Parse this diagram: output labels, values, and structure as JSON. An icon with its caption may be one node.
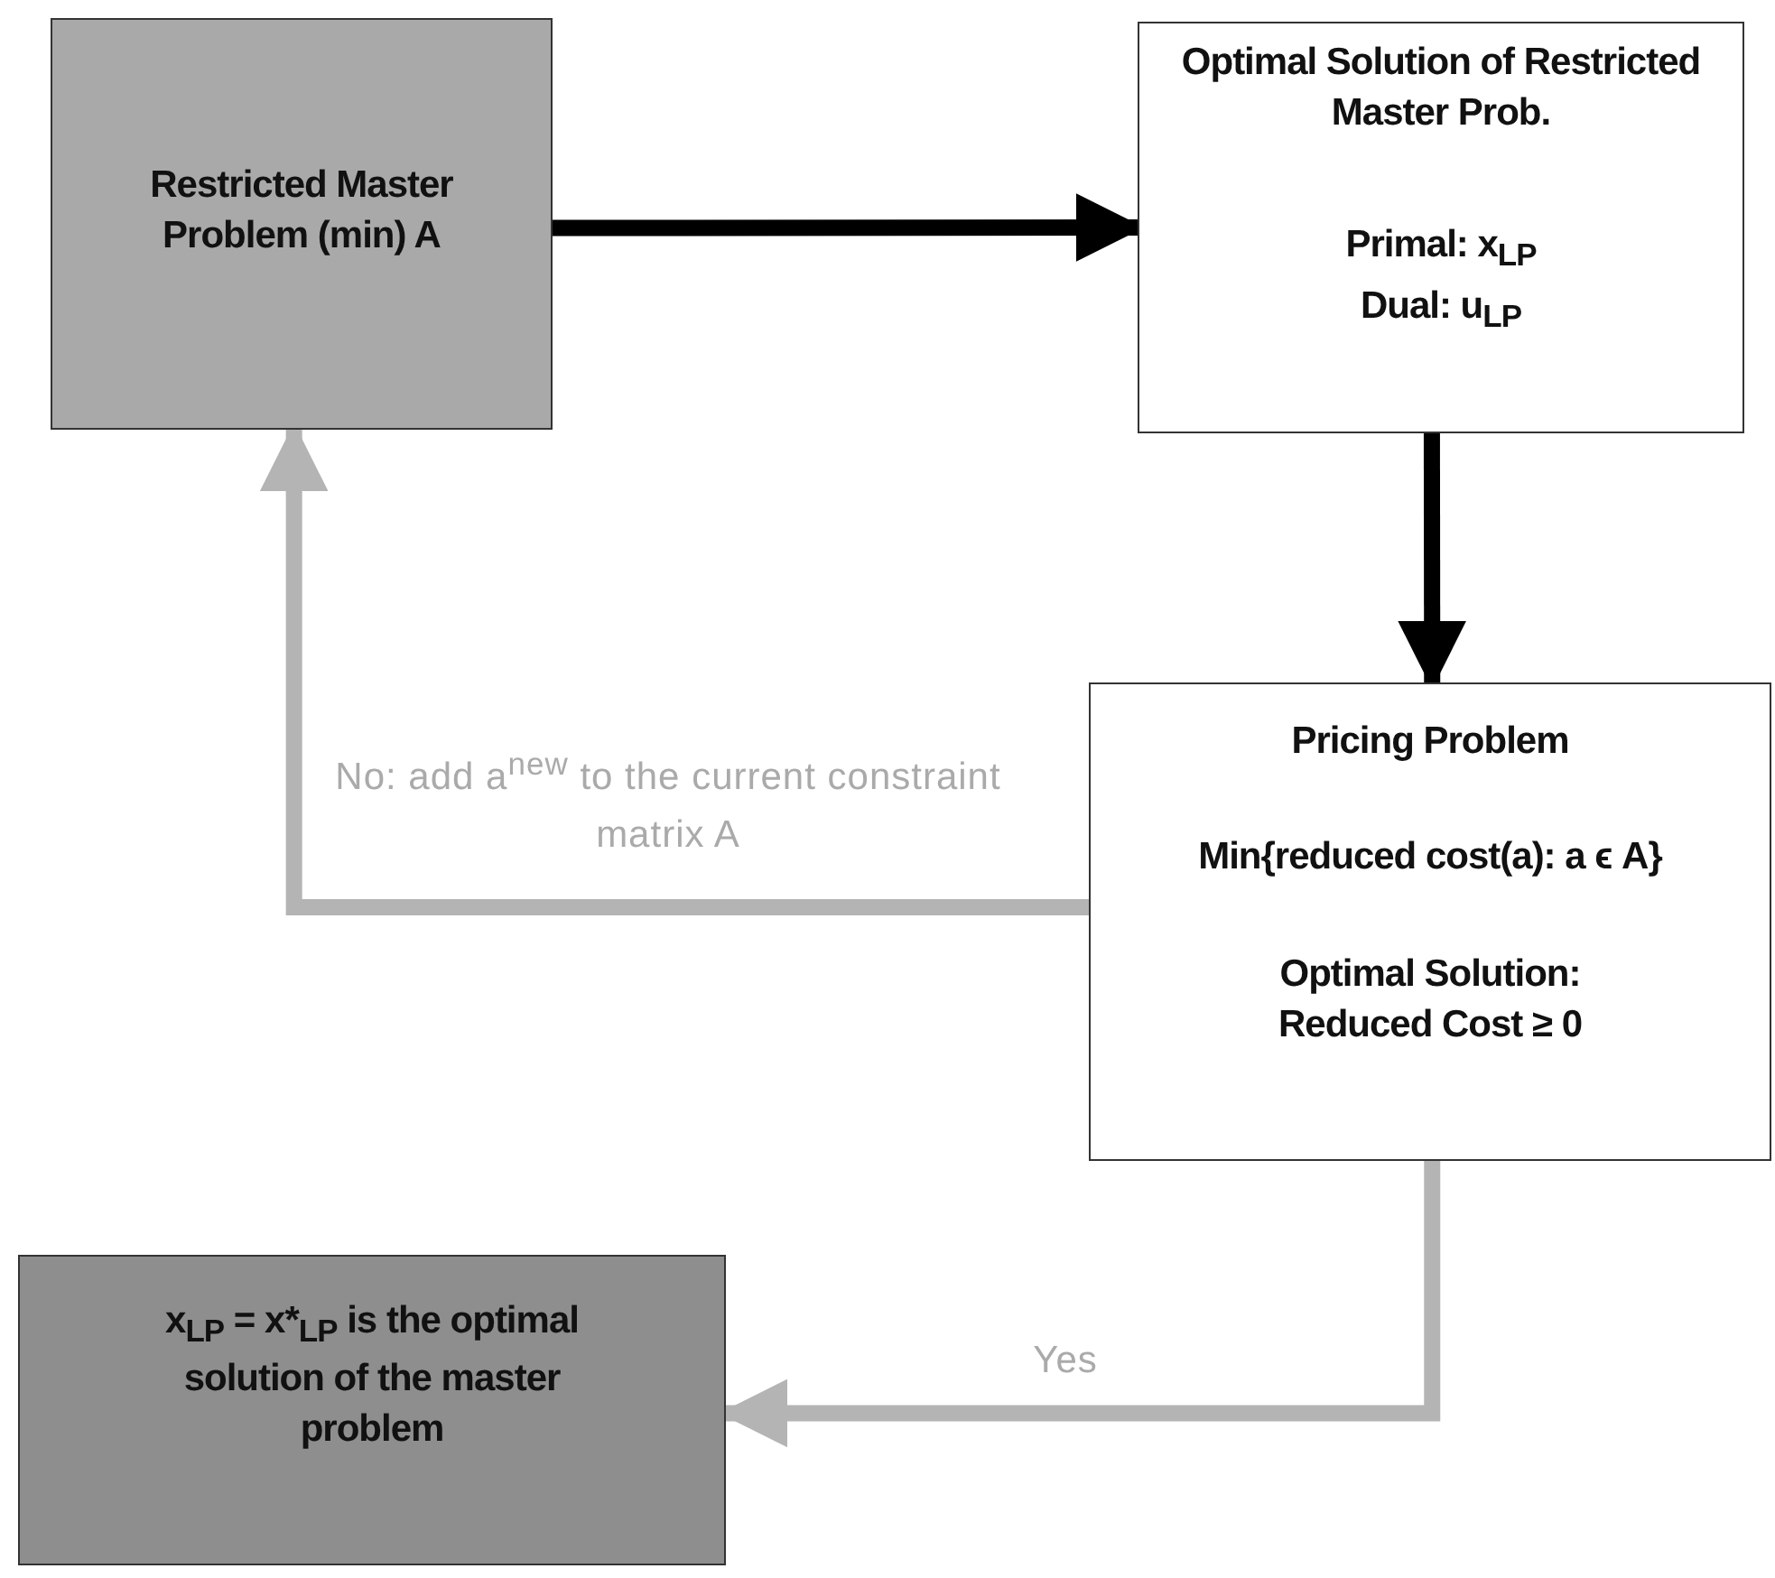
{
  "diagram": {
    "nodes": [
      {
        "text": [
          "Restricted Master Problem (min) A"
        ]
      },
      {
        "text": [
          "Optimal Solution of Restricted Master Prob.",
          "Primal: x$_{LP}$",
          "Dual: u$_{LP}$"
        ]
      },
      {
        "text": [
          "Pricing Problem",
          "Min{reduced cost(a): a ϵ  A}",
          "Optimal Solution: Reduced Cost ≥ 0"
        ]
      },
      {
        "text": [
          "x$_{LP}$ = x*$_{LP}$ is the optimal solution of the master problem"
        ]
      }
    ],
    "edges": [
      {
        "from": 0,
        "to": 1,
        "arrow": "to"
      },
      {
        "from": 1,
        "to": 2,
        "arrow": "to"
      },
      {
        "from": 2,
        "to": 0,
        "arrow": "to",
        "label": "No: add a$^{new}$ to the current constraint matrix A",
        "color": "#b4b4b4"
      },
      {
        "from": 2,
        "to": 3,
        "arrow": "to",
        "label": "Yes",
        "color": "#b4b4b4"
      }
    ]
  }
}
